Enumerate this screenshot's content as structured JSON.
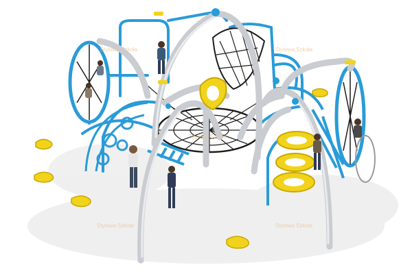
{
  "image": {
    "subject": "playground",
    "background_color": "#ffffff"
  },
  "watermarks": [
    {
      "text": "Stylowa Szkoła"
    },
    {
      "text": "Stylowa Szkoła"
    },
    {
      "text": "Stylowa Szkoła"
    },
    {
      "text": "Stylowa Szkoła"
    },
    {
      "text": "Stylowa Szkoła"
    }
  ],
  "colors": {
    "frame_blue": "#2a9bd8",
    "arch_gray": "#c9ccd0",
    "accent_yellow": "#f2d31b",
    "rope_black": "#1c1c1c",
    "shadow": "#e6e6e6"
  }
}
